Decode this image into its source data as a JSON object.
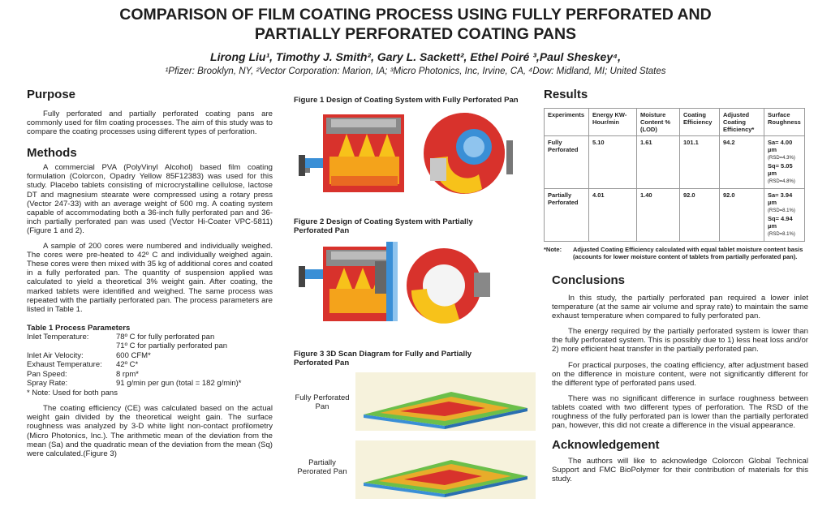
{
  "header": {
    "title_line1": "COMPARISON OF FILM COATING PROCESS USING FULLY PERFORATED AND",
    "title_line2": "PARTIALLY PERFORATED COATING PANS",
    "authors": "Lirong Liu¹, Timothy J. Smith², Gary L. Sackett², Ethel Poiré ³,Paul Sheskey⁴,",
    "affiliations": "¹Pfizer: Brooklyn, NY, ²Vector Corporation: Marion, IA; ³Micro Photonics, Inc, Irvine, CA, ⁴Dow: Midland, MI; United States"
  },
  "purpose": {
    "heading": "Purpose",
    "text": "Fully perforated and partially perforated coating pans are commonly used for film coating processes. The aim of this study was to compare the coating processes using different types of perforation."
  },
  "methods": {
    "heading": "Methods",
    "p1": "A commercial PVA (PolyVinyl Alcohol) based film coating formulation (Colorcon, Opadry Yellow 85F12383) was used for this study. Placebo tablets consisting of microcrystalline cellulose, lactose DT and magnesium stearate were compressed using a rotary press (Vector 247-33) with an average weight of 500 mg. A coating system capable of accommodating both a 36-inch fully perforated pan and 36-inch partially perforated pan was used (Vector Hi-Coater VPC-5811) (Figure 1 and 2).",
    "p2": "A sample of 200 cores were numbered and individually weighed. The cores were pre-heated to 42º C and individually weighed again. These cores were then mixed with 35 kg of additional cores and coated in a fully perforated pan. The quantity of suspension applied was calculated to yield a theoretical 3% weight gain. After coating, the marked tablets were identified and weighed. The same process was repeated with the partially perforated pan. The process parameters are listed in Table 1.",
    "p3": "The coating efficiency (CE) was calculated based on the actual weight gain divided by the theoretical weight gain. The surface roughness was analyzed by 3-D white light non-contact profilometry (Micro Photonics, Inc.). The arithmetic mean of the deviation from the mean (Sa) and the quadratic mean of the deviation from the mean (Sq) were calculated.(Figure 3)"
  },
  "table1": {
    "title": "Table 1 Process Parameters",
    "rows": [
      {
        "k": "Inlet Temperature:",
        "v": "78º C for fully perforated pan"
      },
      {
        "k": "",
        "v": "71º C for partially perforated pan"
      },
      {
        "k": "Inlet Air Velocity:",
        "v": "600 CFM*"
      },
      {
        "k": "Exhaust Temperature:",
        "v": "42º C*"
      },
      {
        "k": "Pan Speed:",
        "v": "8 rpm*"
      },
      {
        "k": "Spray Rate:",
        "v": "91 g/min per gun (total = 182 g/min)*"
      }
    ],
    "note": "* Note: Used for both pans"
  },
  "figures": {
    "fig1": "Figure 1 Design of Coating System with Fully Perforated Pan",
    "fig2": "Figure 2 Design of Coating System with Partially Perforated Pan",
    "fig3": "Figure 3 3D Scan Diagram for Fully and Partially Perforated Pan",
    "scan1_label": "Fully Perforated Pan",
    "scan2_label": "Partially Perorated Pan"
  },
  "results": {
    "heading": "Results",
    "headers": [
      "Experiments",
      "Energy KW-Hour/min",
      "Moisture Content % (LOD)",
      "Coating Efficiency",
      "Adjusted Coating Efficiency*",
      "Surface Roughness"
    ],
    "rows": [
      {
        "exp": "Fully Perforated",
        "energy": "5.10",
        "moisture": "1.61",
        "ce": "101.1",
        "ace": "94.2",
        "sa": "Sa= 4.00 µm",
        "sa_rsd": "(RSD=4.3%)",
        "sq": "Sq= 5.05 µm",
        "sq_rsd": "(RSD=4.8%)"
      },
      {
        "exp": "Partially Perforated",
        "energy": "4.01",
        "moisture": "1.40",
        "ce": "92.0",
        "ace": "92.0",
        "sa": "Sa= 3.94 µm",
        "sa_rsd": "(RSD=8.1%)",
        "sq": "Sq= 4.94 µm",
        "sq_rsd": "(RSD=8.1%)"
      }
    ],
    "note_label": "*Note:",
    "note_text": "Adjusted Coating Efficiency calculated with equal tablet moisture content basis (accounts for lower moisture content of tablets from partially perforated pan)."
  },
  "conclusions": {
    "heading": "Conclusions",
    "p1": "In this study, the partially perforated pan required a lower inlet temperature (at the same air volume and spray rate) to maintain the same exhaust temperature when compared to fully perforated pan.",
    "p2": "The energy required by the partially perforated system is lower than the fully perforated system. This is possibly due to 1) less heat loss and/or 2) more efficient heat transfer in the partially perforated pan.",
    "p3": "For practical purposes, the coating efficiency, after adjustment based on the difference in moisture content, were not significantly different for the different type of perforated pans used.",
    "p4": "There was no significant difference in surface roughness between tablets coated with two different types of perforation. The RSD of the roughness of the fully perforated pan is lower than the partially perforated pan, however, this did not create a difference in the visual appearance."
  },
  "acknowledgement": {
    "heading": "Acknowledgement",
    "text": "The authors will like to acknowledge Colorcon Global Technical Support and FMC BioPolymer for their contribution of materials for this study."
  },
  "colors": {
    "pan_red": "#d8322c",
    "flame_yellow": "#f7c21a",
    "air_blue": "#3a8fd6",
    "machine_grey": "#7a7a7a"
  }
}
